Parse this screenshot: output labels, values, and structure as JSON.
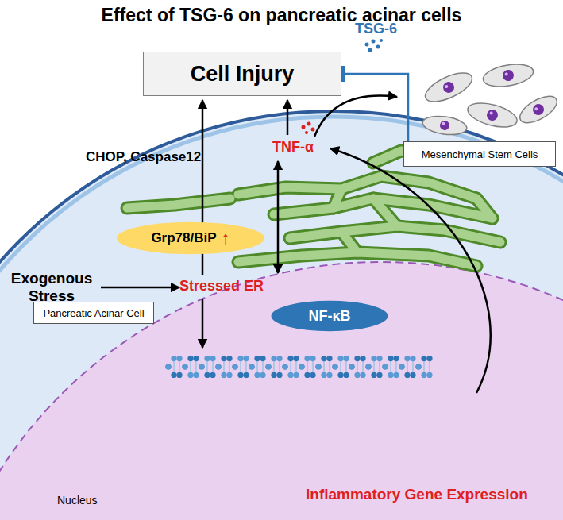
{
  "diagram": {
    "title": "Effect of TSG-6 on pancreatic acinar cells",
    "nodes": [
      {
        "text": [
          "Cell Injury"
        ]
      },
      {
        "text": [
          "Mesenchymal Stem Cells"
        ]
      },
      {
        "text": [
          "Pancreatic Acinar Cell"
        ]
      },
      {
        "text": [
          "Grp78/BiP",
          "↑"
        ]
      },
      {
        "text": [
          "NF-κB"
        ]
      }
    ],
    "edges": [
      {
        "from": 1,
        "to": 0,
        "label": "TSG-6",
        "arrow": "to"
      }
    ],
    "labels": [
      "CHOP, Caspase12",
      "TNF-α",
      "Exogenous Stress",
      "Stressed ER",
      "Inflammatory Gene Expression",
      "Nucleus"
    ]
  }
}
